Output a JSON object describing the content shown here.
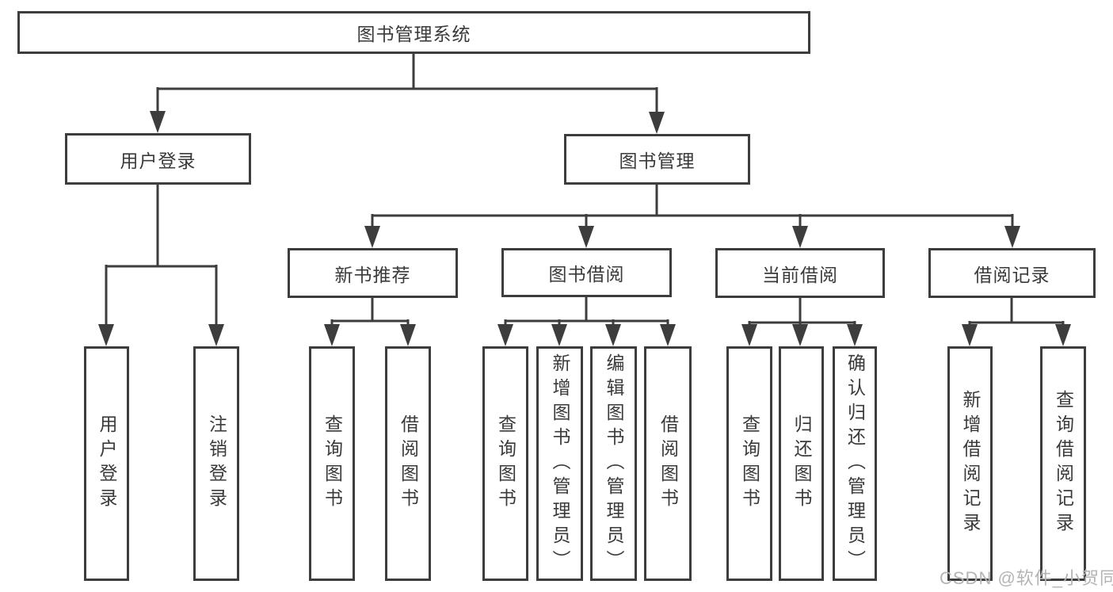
{
  "tree": {
    "root": "图书管理系统",
    "branches": [
      {
        "label": "用户登录",
        "children": [
          "用户登录",
          "注销登录"
        ]
      },
      {
        "label": "图书管理",
        "children": [
          {
            "label": "新书推荐",
            "children": [
              "查询图书",
              "借阅图书"
            ]
          },
          {
            "label": "图书借阅",
            "children": [
              "查询图书",
              "新增图书（管理员）",
              "编辑图书（管理员）",
              "借阅图书"
            ]
          },
          {
            "label": "当前借阅",
            "children": [
              "查询图书",
              "归还图书",
              "确认归还（管理员）"
            ]
          },
          {
            "label": "借阅记录",
            "children": [
              "新增借阅记录",
              "查询借阅记录"
            ]
          }
        ]
      }
    ]
  },
  "watermark": {
    "text": "CSDN @软件_小贺同学"
  },
  "colors": {
    "line": "#3d3d3d",
    "text": "#3a3a3a",
    "watermark": "#b4b4b4",
    "background": "#ffffff"
  }
}
